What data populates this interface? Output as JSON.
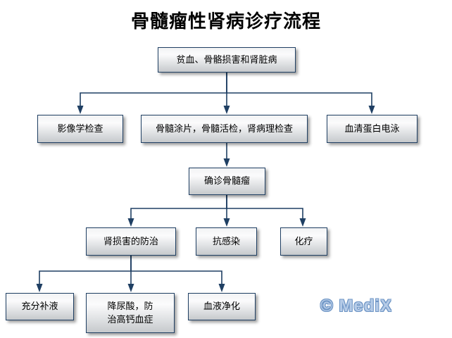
{
  "title": "骨髓瘤性肾病诊疗流程",
  "watermark": "© MediX",
  "colors": {
    "line": "#1f3f63",
    "box_border": "#1f3f63",
    "box_fill_top": "#fbfbfc",
    "box_fill_bottom": "#c6c9cc",
    "watermark_fill": "#b5cbe7",
    "watermark_outline": "#6e95c5",
    "title_color": "#000000"
  },
  "flowchart": {
    "nodes": [
      {
        "id": "anemia-bone-kidney",
        "label": "贫血、骨骼损害和肾脏病"
      },
      {
        "id": "imaging-exam",
        "label": "影像学检查"
      },
      {
        "id": "marrow-smear-biopsy-renal-pathology",
        "label": "骨髓涂片，骨髓活检，肾病理检查"
      },
      {
        "id": "serum-protein-electrophoresis",
        "label": "血清蛋白电泳"
      },
      {
        "id": "confirm-myeloma",
        "label": "确诊骨髓瘤"
      },
      {
        "id": "renal-damage-prevention",
        "label": "肾损害的防治"
      },
      {
        "id": "anti-infection",
        "label": "抗感染"
      },
      {
        "id": "chemotherapy",
        "label": "化疗"
      },
      {
        "id": "fluid-replacement",
        "label": "充分补液"
      },
      {
        "id": "lower-uric-acid-hypercalcemia",
        "label": "降尿酸，防治高钙血症"
      },
      {
        "id": "blood-purification",
        "label": "血液净化"
      }
    ],
    "edges": [
      {
        "from": "anemia-bone-kidney",
        "to": "imaging-exam"
      },
      {
        "from": "anemia-bone-kidney",
        "to": "marrow-smear-biopsy-renal-pathology"
      },
      {
        "from": "anemia-bone-kidney",
        "to": "serum-protein-electrophoresis"
      },
      {
        "from": "marrow-smear-biopsy-renal-pathology",
        "to": "confirm-myeloma"
      },
      {
        "from": "confirm-myeloma",
        "to": "renal-damage-prevention"
      },
      {
        "from": "confirm-myeloma",
        "to": "anti-infection"
      },
      {
        "from": "confirm-myeloma",
        "to": "chemotherapy"
      },
      {
        "from": "renal-damage-prevention",
        "to": "fluid-replacement"
      },
      {
        "from": "renal-damage-prevention",
        "to": "lower-uric-acid-hypercalcemia"
      },
      {
        "from": "renal-damage-prevention",
        "to": "blood-purification"
      }
    ]
  }
}
